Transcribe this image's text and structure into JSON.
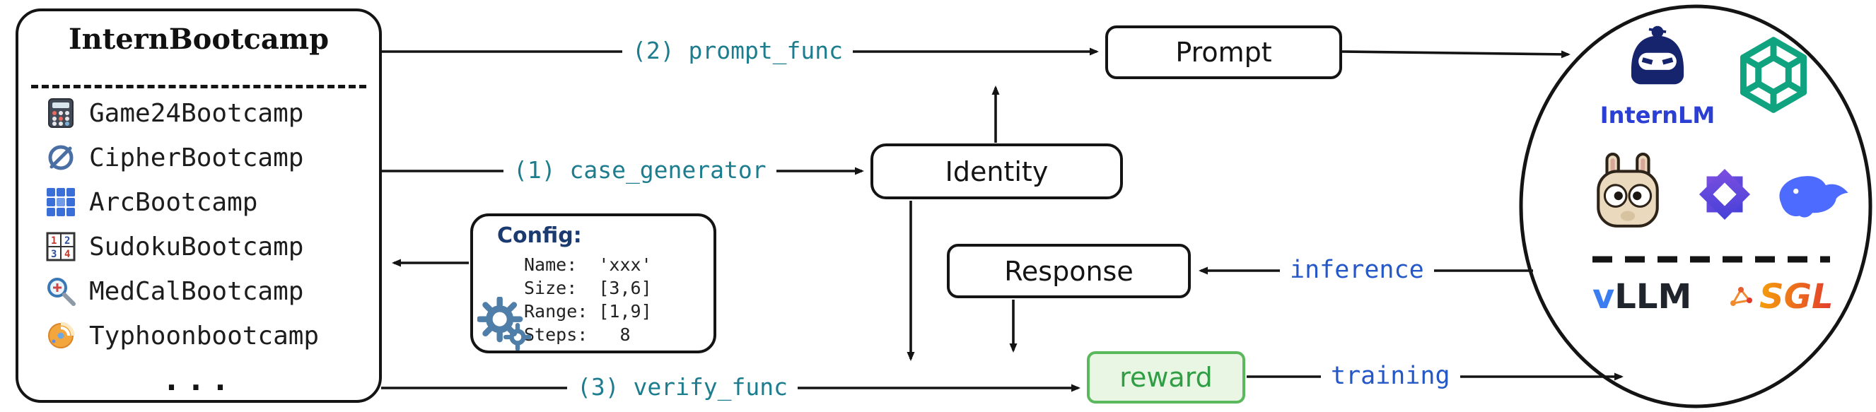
{
  "left_panel": {
    "title": "InternBootcamp",
    "items": [
      {
        "label": "Game24Bootcamp",
        "icon": "calculator-icon"
      },
      {
        "label": "CipherBootcamp",
        "icon": "cipher-icon"
      },
      {
        "label": "ArcBootcamp",
        "icon": "grid-icon"
      },
      {
        "label": "SudokuBootcamp",
        "icon": "sudoku-icon"
      },
      {
        "label": "MedCalBootcamp",
        "icon": "magnifier-icon"
      },
      {
        "label": "Typhoonbootcamp",
        "icon": "typhoon-icon"
      }
    ],
    "ellipsis": "..."
  },
  "flow": {
    "nodes": {
      "prompt": "Prompt",
      "identity": "Identity",
      "response": "Response",
      "reward": "reward"
    },
    "labels": {
      "prompt_func": "(2) prompt_func",
      "case_generator": "(1) case_generator",
      "verify_func": "(3) verify_func",
      "inference": "inference",
      "training": "training"
    }
  },
  "config_box": {
    "title": "Config:",
    "lines": [
      "Name:  'xxx'",
      "Size:  [3,6]",
      "Range: [1,9]",
      "Steps:   8"
    ]
  },
  "models": {
    "internlm_label": "InternLM",
    "vllm_v": "v",
    "vllm_rest": "LLM",
    "sgl_label": "SGL"
  },
  "colors": {
    "teal_label": "#1d7d8f",
    "blue_label": "#2458c8",
    "reward_green": "#2f9e44",
    "reward_border": "#5cb85c",
    "config_title_navy": "#1b3a70",
    "internlm_blue": "#2b3fd4",
    "openai_green": "#10a37f",
    "qwen_purple": "#5f50e8",
    "deepseek_blue": "#4d6bfe",
    "vllm_blue": "#3b7df0",
    "sgl_orange": "#f59e0b",
    "sgl_red": "#e23b2e",
    "outline_black": "#141414"
  }
}
